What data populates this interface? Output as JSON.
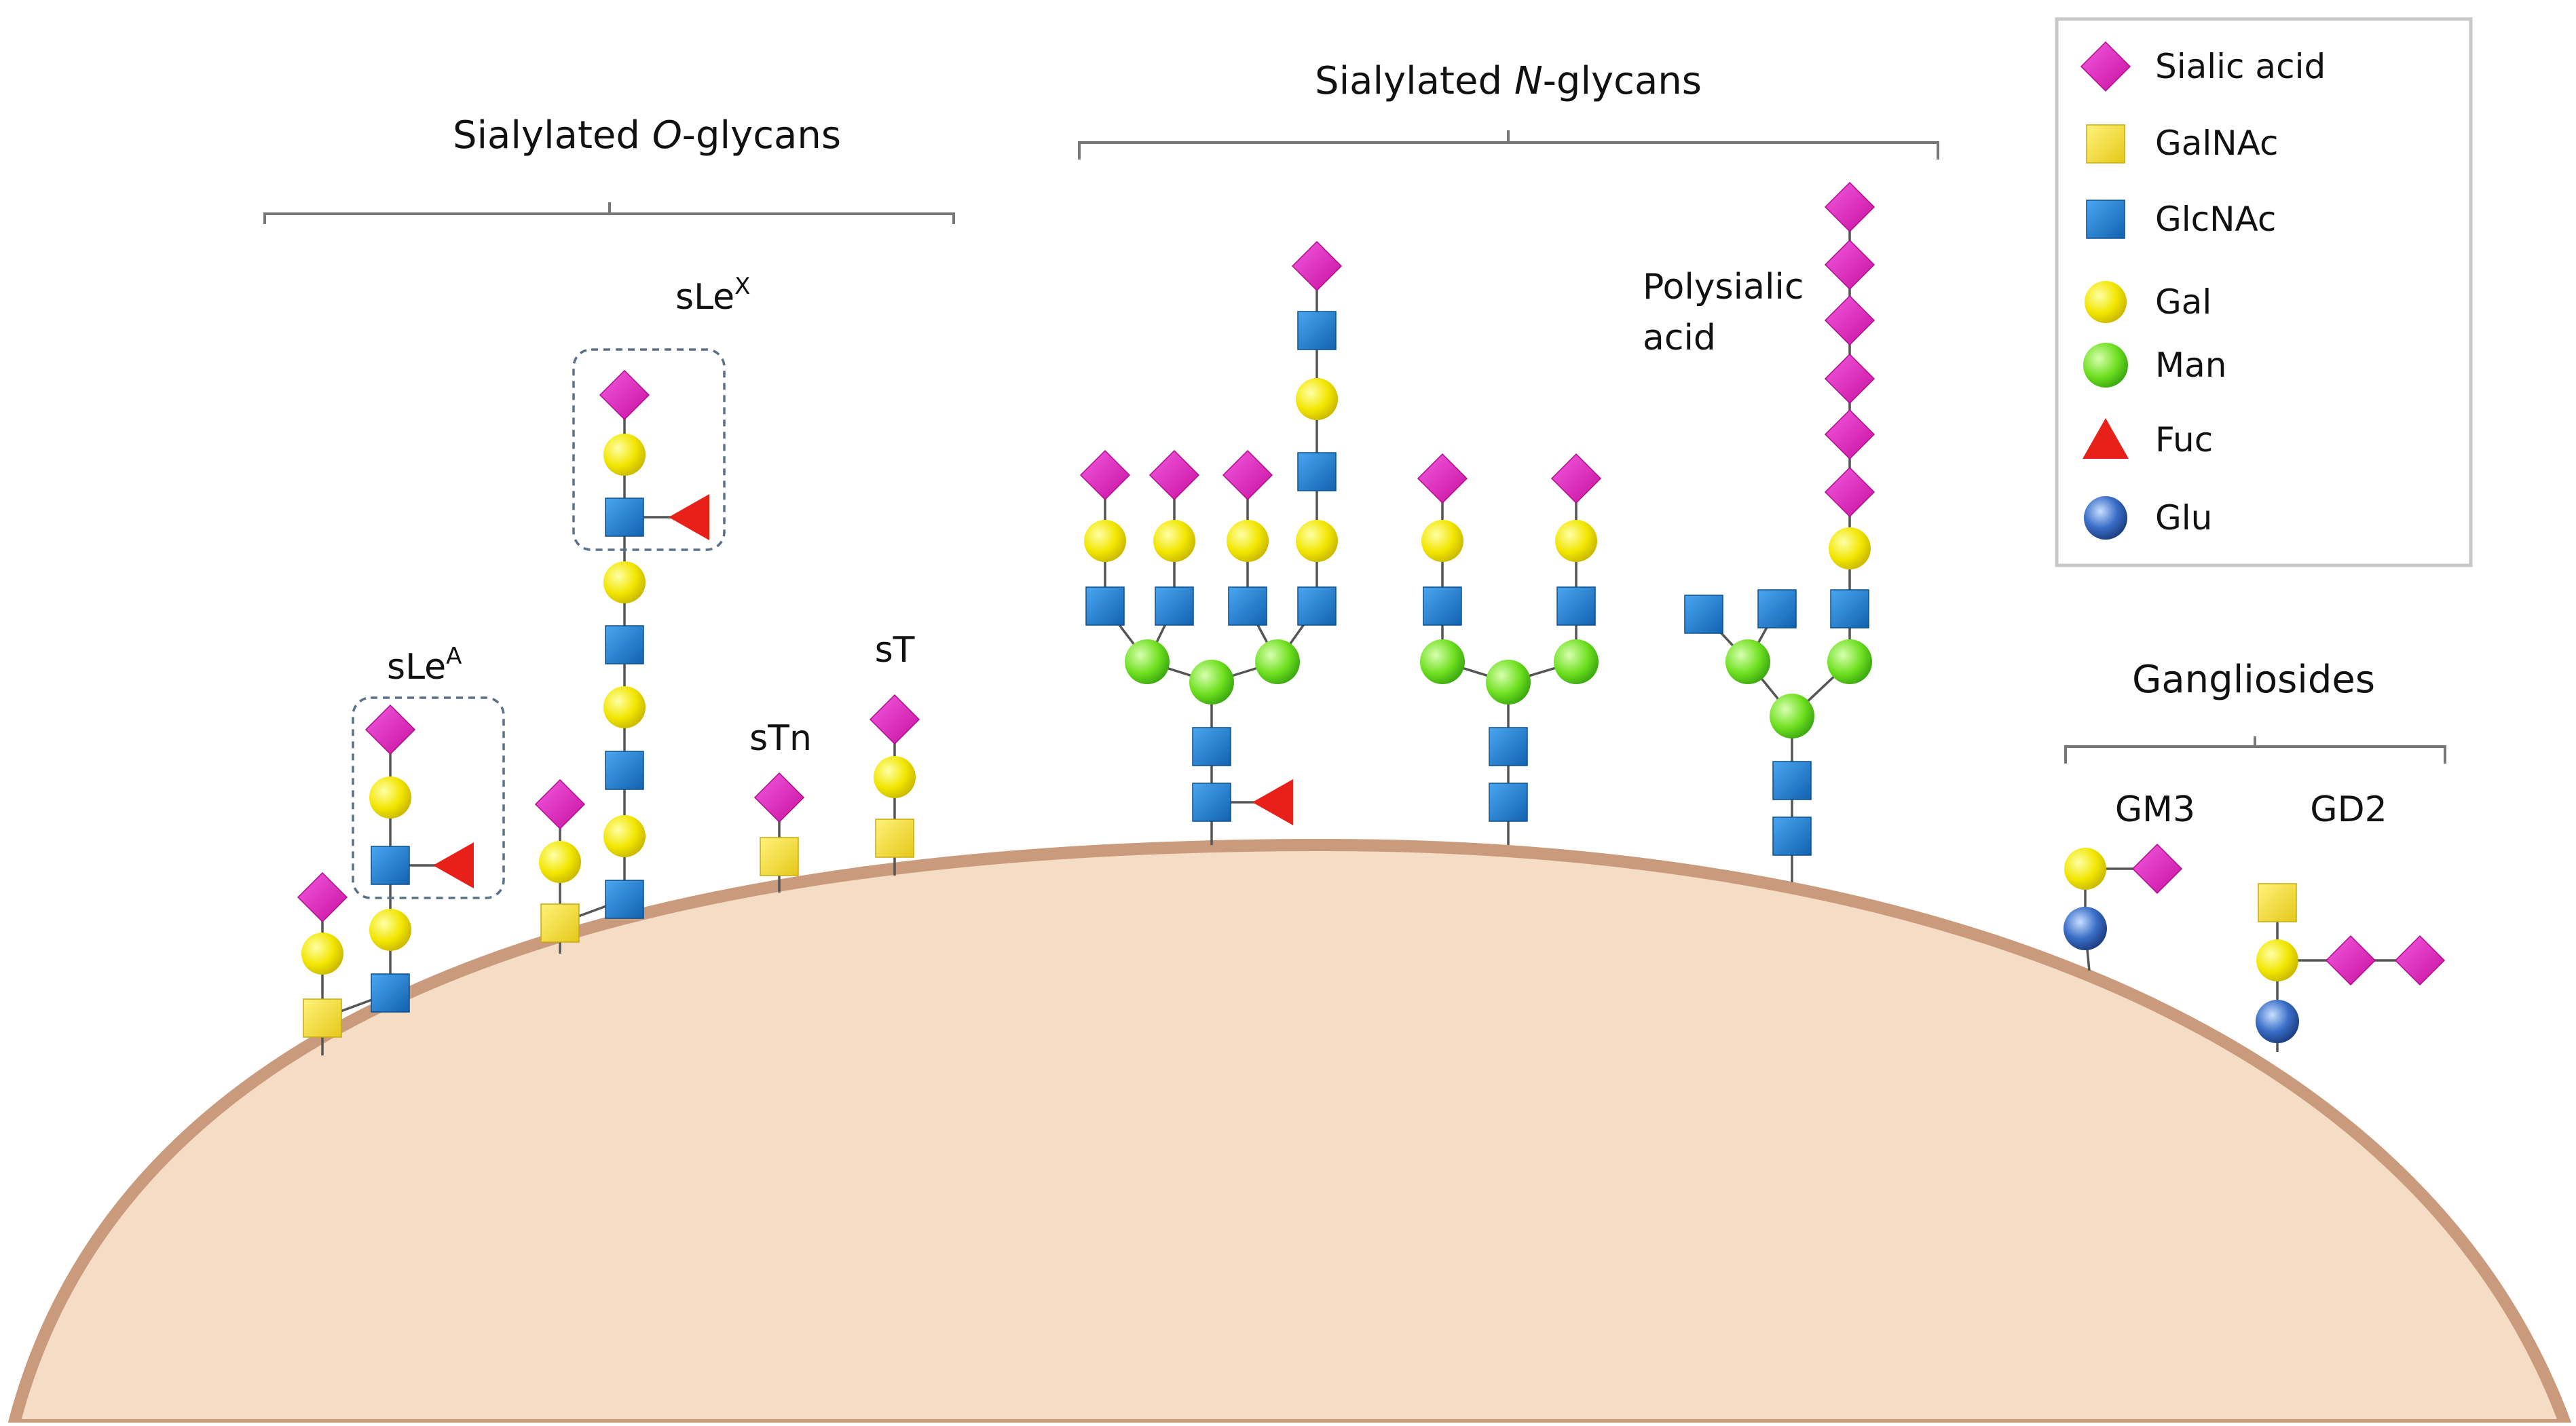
{
  "colors": {
    "sialic_acid": "#e020c0",
    "galnac": "#f5e03a",
    "glcnac": "#1e7fd2",
    "gal": "#f2e600",
    "man": "#6fe020",
    "fuc": "#e8201a",
    "glu": "#3a6ec8",
    "cell_fill": "#f5dcc4",
    "cell_membrane": "#c99a7c",
    "bond": "#555555",
    "frame": "#c8c8c8"
  },
  "icons": {
    "sialic_acid": "diamond-icon",
    "galnac": "square-icon",
    "glcnac": "square-icon",
    "gal": "circle-icon",
    "man": "circle-icon",
    "fuc": "triangle-icon",
    "glu": "sphere-icon"
  },
  "groups": {
    "o_glycans": {
      "prefix": "Sialylated ",
      "italic": "O",
      "suffix": "-glycans"
    },
    "n_glycans": {
      "prefix": "Sialylated ",
      "italic": "N",
      "suffix": "-glycans"
    },
    "gangliosides": "Gangliosides"
  },
  "labels": {
    "slex": {
      "base": "sLe",
      "sup": "X"
    },
    "slea": {
      "base": "sLe",
      "sup": "A"
    },
    "stn": "sTn",
    "st": "sT",
    "polysialic_line1": "Polysialic",
    "polysialic_line2": "acid",
    "gm3": "GM3",
    "gd2": "GD2"
  },
  "legend": {
    "items": [
      {
        "key": "sialic_acid",
        "shape": "diamond",
        "label": "Sialic acid"
      },
      {
        "key": "galnac",
        "shape": "square",
        "label": "GalNAc"
      },
      {
        "key": "glcnac",
        "shape": "square",
        "label": "GlcNAc"
      },
      {
        "key": "gal",
        "shape": "circle",
        "label": "Gal"
      },
      {
        "key": "man",
        "shape": "circle",
        "label": "Man"
      },
      {
        "key": "fuc",
        "shape": "triangle",
        "label": "Fuc"
      },
      {
        "key": "glu",
        "shape": "sphere",
        "label": "Glu"
      }
    ]
  }
}
